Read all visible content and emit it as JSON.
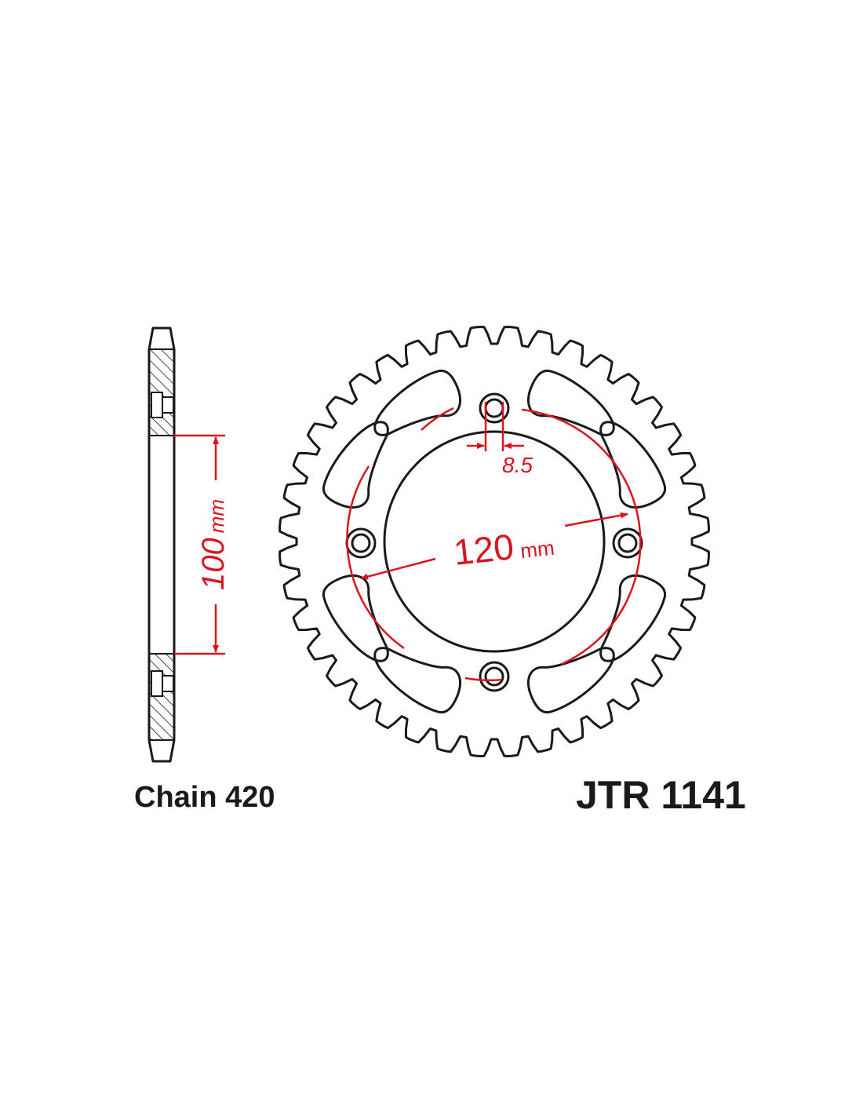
{
  "labels": {
    "chain": "Chain 420",
    "part_number": "JTR 1141"
  },
  "dimensions": {
    "bolt_circle": "120",
    "bolt_circle_unit": "mm",
    "bolt_hole": "8.5",
    "center_bore": "100",
    "center_bore_unit": "mm"
  },
  "colors": {
    "outline": "#1a1a1a",
    "dimension": "#d9141e"
  },
  "sprocket": {
    "bolt_holes": 4,
    "lightening_slots": 8
  }
}
